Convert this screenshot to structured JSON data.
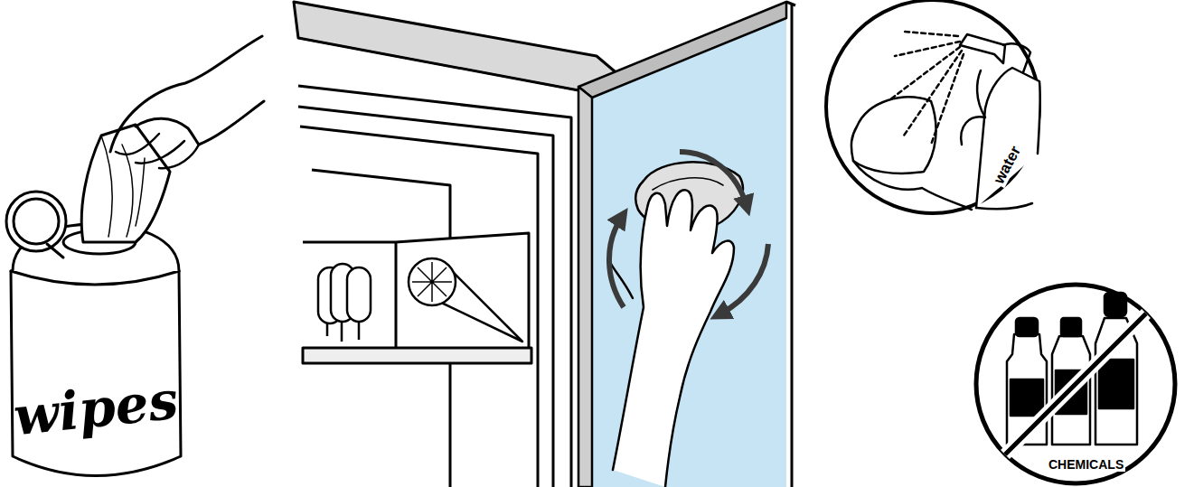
{
  "diagram": {
    "labels": [
      "wipes",
      "water",
      "CHEMICALS"
    ]
  }
}
